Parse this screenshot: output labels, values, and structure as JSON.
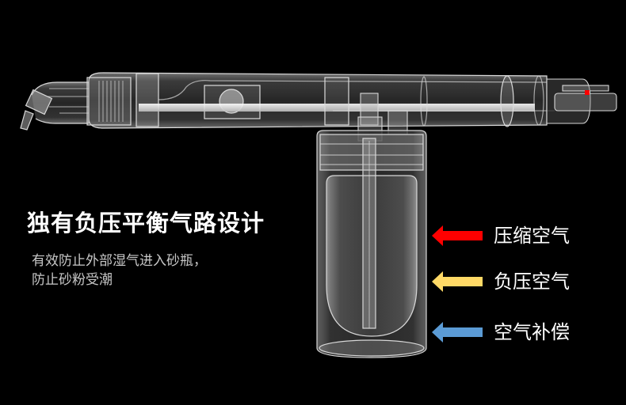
{
  "headline": "独有负压平衡气路设计",
  "description": {
    "line1": "有效防止外部湿气进入砂瓶，",
    "line2": "防止砂粉受潮"
  },
  "legend": [
    {
      "label": "压缩空气",
      "color": "#ff0000",
      "icon": "arrow-left-icon"
    },
    {
      "label": "负压空气",
      "color": "#ffd966",
      "icon": "arrow-left-icon"
    },
    {
      "label": "空气补偿",
      "color": "#5b9bd5",
      "icon": "arrow-left-icon"
    }
  ],
  "colors": {
    "background": "#000000",
    "indicator": "#ff0000"
  }
}
